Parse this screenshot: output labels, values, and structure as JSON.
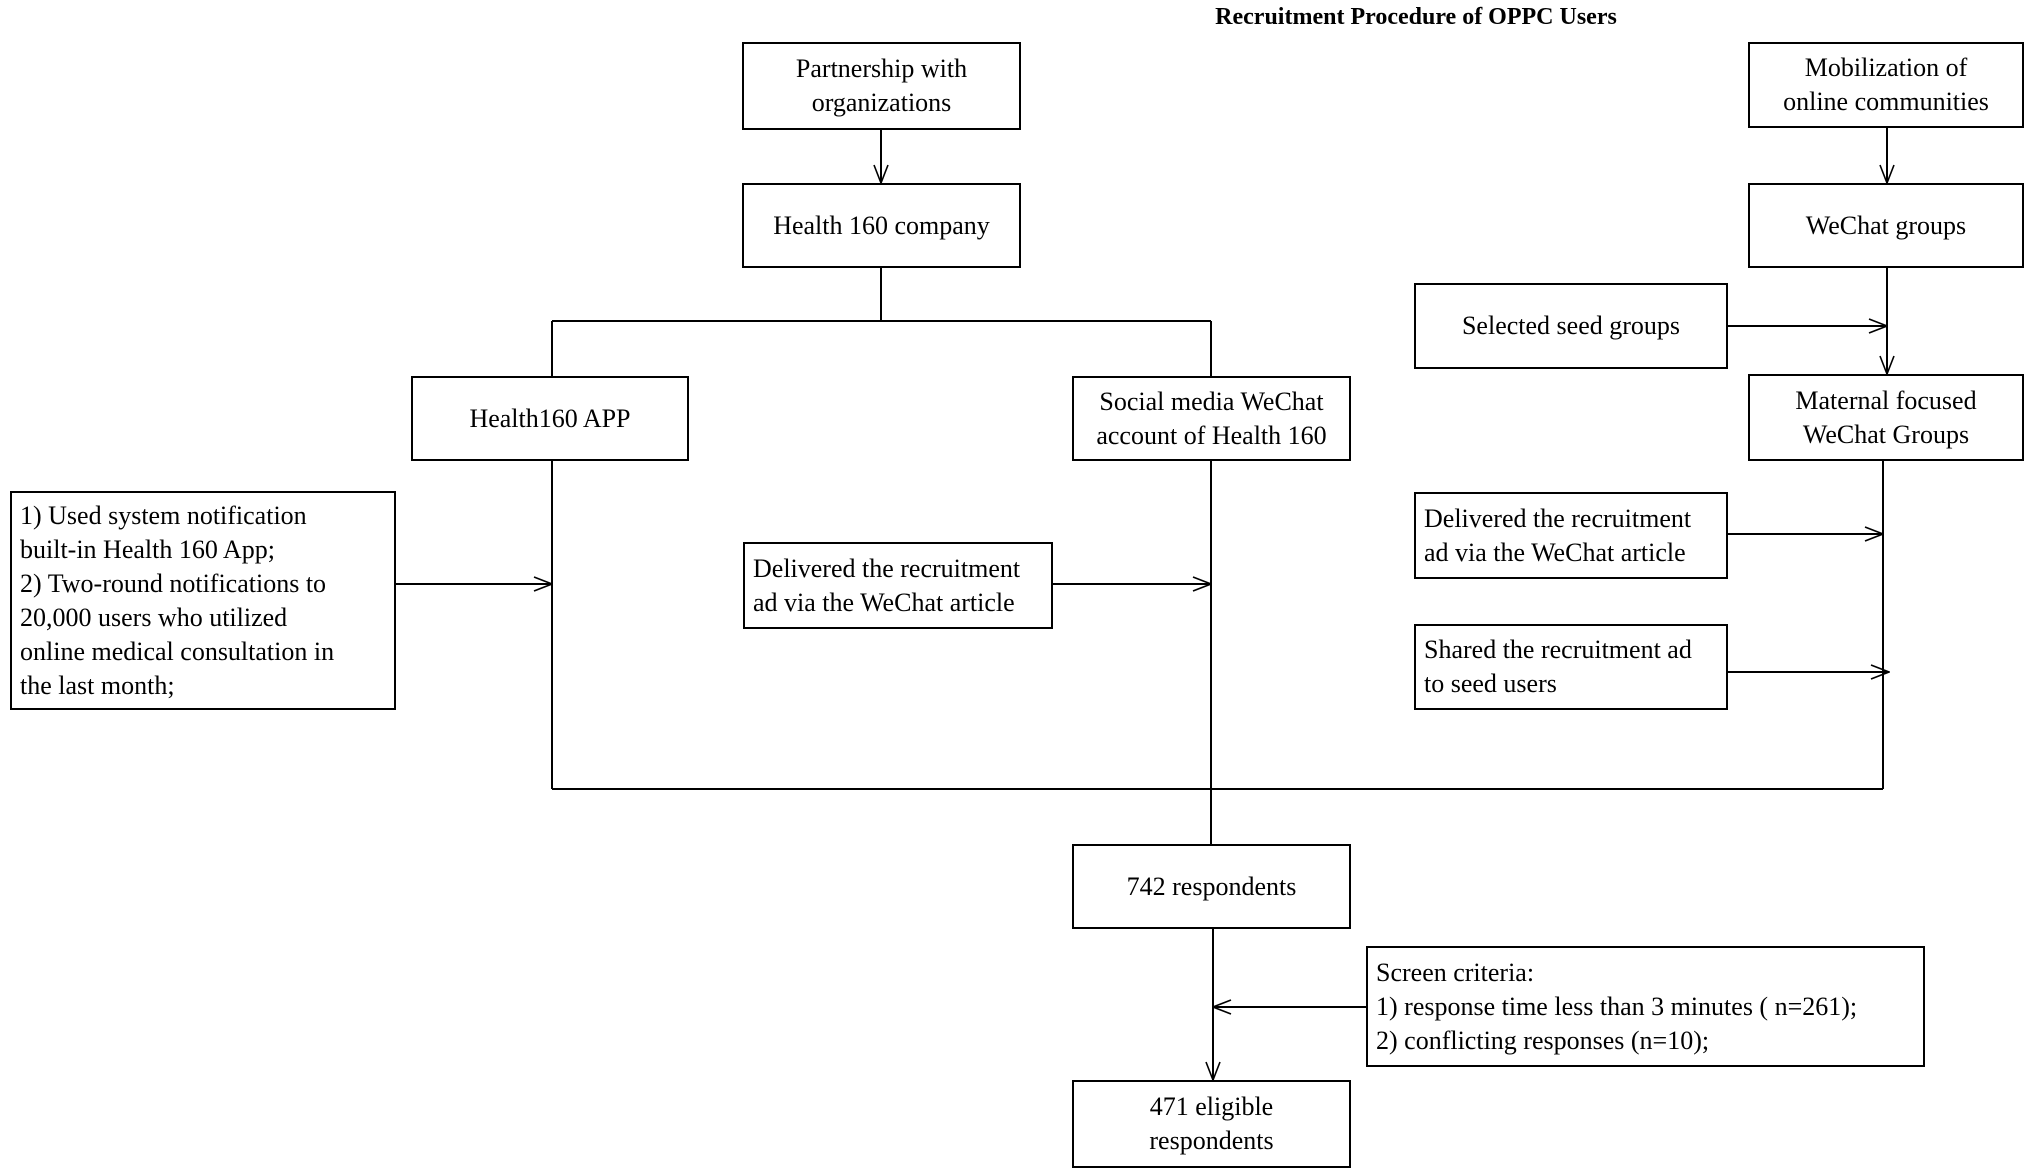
{
  "title": "Recruitment Procedure of OPPC Users",
  "nodes": {
    "partnership": [
      "Partnership with",
      "organizations"
    ],
    "health160_company": [
      "Health 160 company"
    ],
    "health160_app": [
      "Health160 APP"
    ],
    "social_media_wechat": [
      "Social media WeChat",
      "account of Health 160"
    ],
    "app_notifications": [
      "1) Used system notification",
      "built-in Health 160 App;",
      "2) Two-round notifications to",
      "20,000 users who utilized",
      "online medical consultation in",
      "the last month;"
    ],
    "delivered_ad_center": [
      "Delivered the recruitment",
      "ad via the WeChat article"
    ],
    "mobilization": [
      "Mobilization of",
      "online communities"
    ],
    "wechat_groups": [
      "WeChat groups"
    ],
    "selected_seed_groups": [
      "Selected seed groups"
    ],
    "maternal_groups": [
      "Maternal focused",
      "WeChat Groups"
    ],
    "delivered_ad_right": [
      "Delivered the recruitment",
      "ad via the WeChat article"
    ],
    "shared_ad": [
      "Shared the recruitment ad",
      "to seed users"
    ],
    "respondents_742": [
      "742 respondents"
    ],
    "screen_criteria": [
      "Screen criteria:",
      "1) response time less than 3 minutes ( n=261);",
      "2) conflicting responses (n=10);"
    ],
    "eligible_471": [
      "471 eligible",
      "respondents"
    ]
  }
}
